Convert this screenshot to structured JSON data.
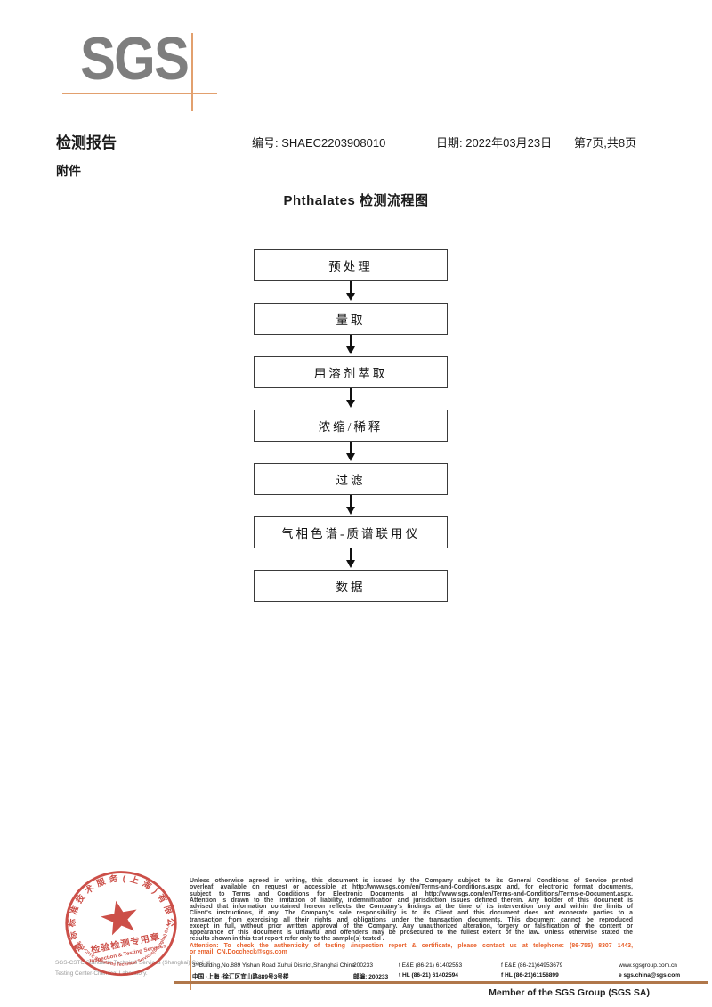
{
  "page": {
    "logo_text": "SGS",
    "report_title": "检测报告",
    "report_no": "编号: SHAEC2203908010",
    "report_date": "日期: 2022年03月23日",
    "report_page": "第7页,共8页",
    "attachment_label": "附件",
    "flow_title": "Phthalates 检测流程图"
  },
  "flowchart": {
    "steps": [
      "预处理",
      "量取",
      "用溶剂萃取",
      "浓缩/稀释",
      "过滤",
      "气相色谱-质谱联用仪",
      "数据"
    ]
  },
  "stamp": {
    "ring_text_cn": "通标标准技术服务(上海)有限公司",
    "ring_text_en": "SGS-CSTC Standards Technical Services(Shanghai) Co.,Ltd.",
    "center_cn": "检验检测专用章",
    "center_en": "Inspection & Testing Services",
    "company_line1": "SGS-CSTC Standards Technical Services (Shanghai) Co.,Ltd.",
    "company_line2": "Testing Center-Chemical Laboratory."
  },
  "footer": {
    "disclaimer_lines": [
      "Unless otherwise agreed in writing, this document is issued by the Company subject to its General Conditions of Service printed",
      "overleaf, available on request or accessible at http://www.sgs.com/en/Terms-and-Conditions.aspx and, for electronic format documents,",
      "subject to Terms and Conditions for Electronic Documents at http://www.sgs.com/en/Terms-and-Conditions/Terms-e-Document.aspx.",
      "Attention is drawn to the limitation of liability, indemnification and jurisdiction issues defined therein. Any holder of this document is",
      "advised that information contained hereon reflects the Company's findings at the time of its intervention only and within the limits of",
      "Client's instructions, if any. The Company's sole responsibility is to its Client and this document does not exonerate parties to a",
      "transaction from exercising all their rights and obligations under the transaction documents. This document cannot be reproduced",
      "except in full, without prior written approval of the Company. Any unauthorized alteration, forgery or falsification of the content or",
      "appearance of this document is unlawful and offenders may be prosecuted to the fullest extent of the law. Unless otherwise stated the",
      "results shown in this test report refer only to the sample(s) tested ."
    ],
    "attention_line1": "Attention: To check the authenticity of testing /inspection report & certificate, please contact us at telephone: (86-755) 8307 1443,",
    "attention_line2": "or email: CN.Doccheck@sgs.com",
    "address_en": "3ʳᵈBuilding,No.889 Yishan Road Xuhui District,Shanghai China",
    "zip_en": "200233",
    "tel_en": "t E&E (86-21) 61402553",
    "fax_en": "f E&E (86-21)64953679",
    "web": "www.sgsgroup.com.cn",
    "address_cn": "中国 ·上海 ·徐汇区宜山路889号3号楼",
    "zip_cn": "邮编: 200233",
    "tel_cn": "t HL (86-21) 61402594",
    "fax_cn": "f HL (86-21)61156899",
    "email": "e sgs.china@sgs.com",
    "member_label": "Member of the SGS Group (SGS SA)"
  },
  "colors": {
    "stamp_red": "#c5372f",
    "logo_gray": "#7e7e7e",
    "logo_line_tan": "#e2a06e",
    "footer_line_tan": "#b0774a",
    "attention_red": "#e8622d"
  }
}
